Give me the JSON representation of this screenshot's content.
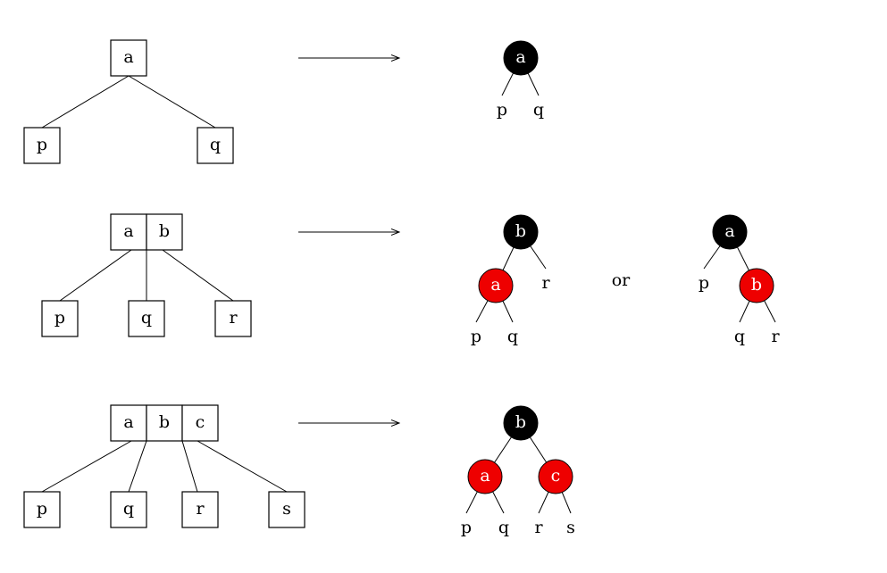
{
  "colors": {
    "black_node": "#000000",
    "red_node": "#ee0000",
    "line": "#000000",
    "light_text": "#ffffff",
    "dark_text": "#000000"
  },
  "rows": [
    {
      "two_three_four_node": {
        "keys": [
          "a"
        ],
        "children": [
          "p",
          "q"
        ]
      },
      "arrow": "long-right-arrow",
      "red_black_trees": [
        {
          "root": {
            "label": "a",
            "color": "black"
          },
          "left": {
            "label": "p",
            "leaf": true
          },
          "right": {
            "label": "q",
            "leaf": true
          }
        }
      ]
    },
    {
      "two_three_four_node": {
        "keys": [
          "a",
          "b"
        ],
        "children": [
          "p",
          "q",
          "r"
        ]
      },
      "arrow": "long-right-arrow",
      "separator": "or",
      "red_black_trees": [
        {
          "root": {
            "label": "b",
            "color": "black"
          },
          "left": {
            "label": "a",
            "color": "red",
            "left": {
              "label": "p",
              "leaf": true
            },
            "right": {
              "label": "q",
              "leaf": true
            }
          },
          "right": {
            "label": "r",
            "leaf": true
          }
        },
        {
          "root": {
            "label": "a",
            "color": "black"
          },
          "left": {
            "label": "p",
            "leaf": true
          },
          "right": {
            "label": "b",
            "color": "red",
            "left": {
              "label": "q",
              "leaf": true
            },
            "right": {
              "label": "r",
              "leaf": true
            }
          }
        }
      ]
    },
    {
      "two_three_four_node": {
        "keys": [
          "a",
          "b",
          "c"
        ],
        "children": [
          "p",
          "q",
          "r",
          "s"
        ]
      },
      "arrow": "long-right-arrow",
      "red_black_trees": [
        {
          "root": {
            "label": "b",
            "color": "black"
          },
          "left": {
            "label": "a",
            "color": "red",
            "left": {
              "label": "p",
              "leaf": true
            },
            "right": {
              "label": "q",
              "leaf": true
            }
          },
          "right": {
            "label": "c",
            "color": "red",
            "left": {
              "label": "r",
              "leaf": true
            },
            "right": {
              "label": "s",
              "leaf": true
            }
          }
        }
      ]
    }
  ]
}
